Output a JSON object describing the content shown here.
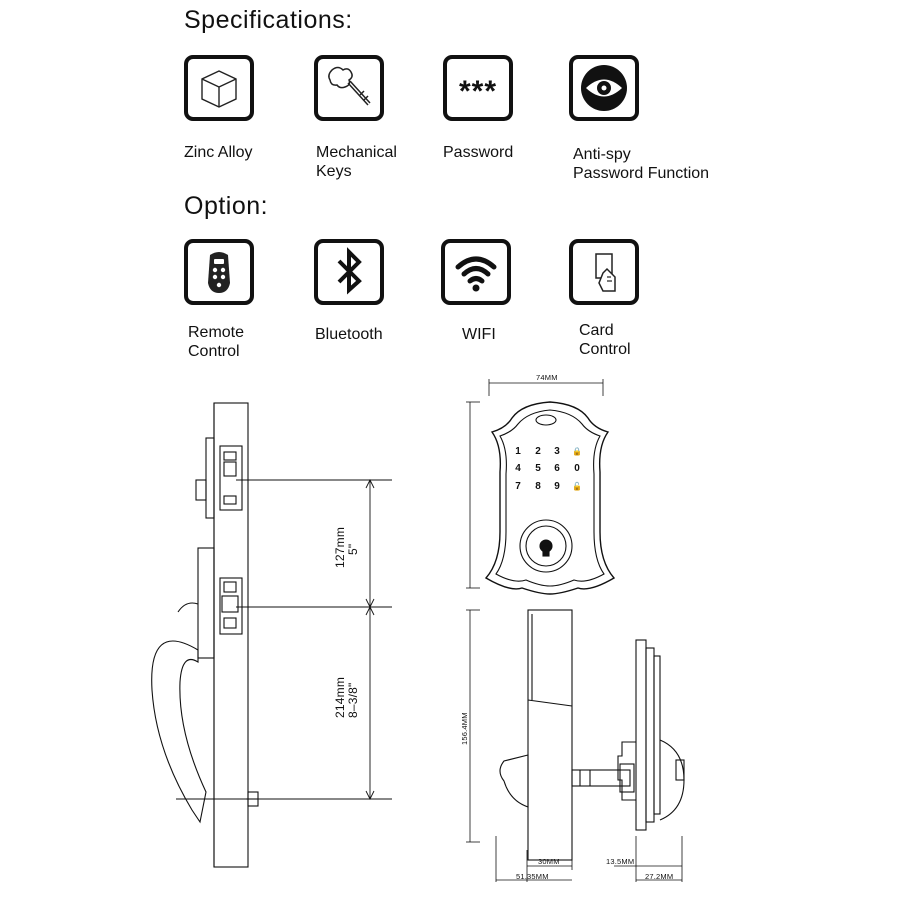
{
  "headings": {
    "specifications": "Specifications:",
    "option": "Option:"
  },
  "specifications": [
    {
      "icon": "cube-icon",
      "label": "Zinc Alloy"
    },
    {
      "icon": "key-icon",
      "label": "Mechanical\nKeys"
    },
    {
      "icon": "password-icon",
      "label": "Password",
      "symbol": "***"
    },
    {
      "icon": "eye-icon",
      "label": "Anti-spy\nPassword Function"
    }
  ],
  "options": [
    {
      "icon": "remote-icon",
      "label": "Remote\nControl"
    },
    {
      "icon": "bluetooth-icon",
      "label": "Bluetooth"
    },
    {
      "icon": "wifi-icon",
      "label": "WIFI"
    },
    {
      "icon": "card-icon",
      "label": "Card\nControl"
    }
  ],
  "side_drawing": {
    "dim_upper_mm": "127mm",
    "dim_upper_in": "5\"",
    "dim_lower_mm": "214mm",
    "dim_lower_in": "8–3/8\""
  },
  "front_drawing": {
    "width": "74MM",
    "height": "156.4MM",
    "keypad": [
      "1",
      "2",
      "3",
      "🔒",
      "4",
      "5",
      "6",
      "0",
      "7",
      "8",
      "9",
      "🔓"
    ]
  },
  "profile_drawing": {
    "dim_a": "30MM",
    "dim_b": "51.35MM",
    "dim_c": "13.5MM",
    "dim_d": "27.2MM"
  }
}
